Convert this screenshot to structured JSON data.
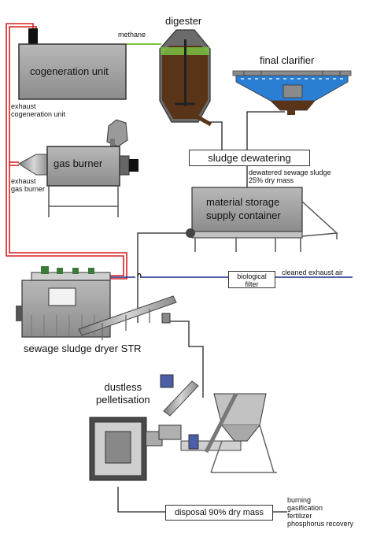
{
  "labels": {
    "digester": "digester",
    "methane": "methane",
    "cogeneration_unit": "cogeneration unit",
    "final_clarifier": "final clarifier",
    "exhaust_cogeneration": [
      "exhaust",
      "cogeneration unit"
    ],
    "gas_burner": "gas burner",
    "exhaust_gas_burner": [
      "exhaust",
      "gas burner"
    ],
    "sludge_dewatering": "sludge dewatering",
    "dewatered_note": [
      "dewatered sewage sludge",
      "25% dry mass"
    ],
    "material_storage": [
      "material storage",
      "supply container"
    ],
    "biological_filter": [
      "biological",
      "filter"
    ],
    "cleaned_exhaust_air": "cleaned exhaust air",
    "sludge_dryer": "sewage sludge dryer STR",
    "dustless_pelletisation": [
      "dustless",
      "pelletisation"
    ],
    "disposal": "disposal 90% dry mass",
    "disposal_uses": [
      "burning",
      "gasification",
      "fertilizer",
      "phosphorus recovery"
    ]
  },
  "colors": {
    "exhaust_line": "#d62020",
    "methane_line": "#7ac143",
    "air_line": "#1a2a8a",
    "sludge": "#5a3418",
    "water": "#2a7fd4",
    "machine_grey": "#9a9a9a"
  }
}
